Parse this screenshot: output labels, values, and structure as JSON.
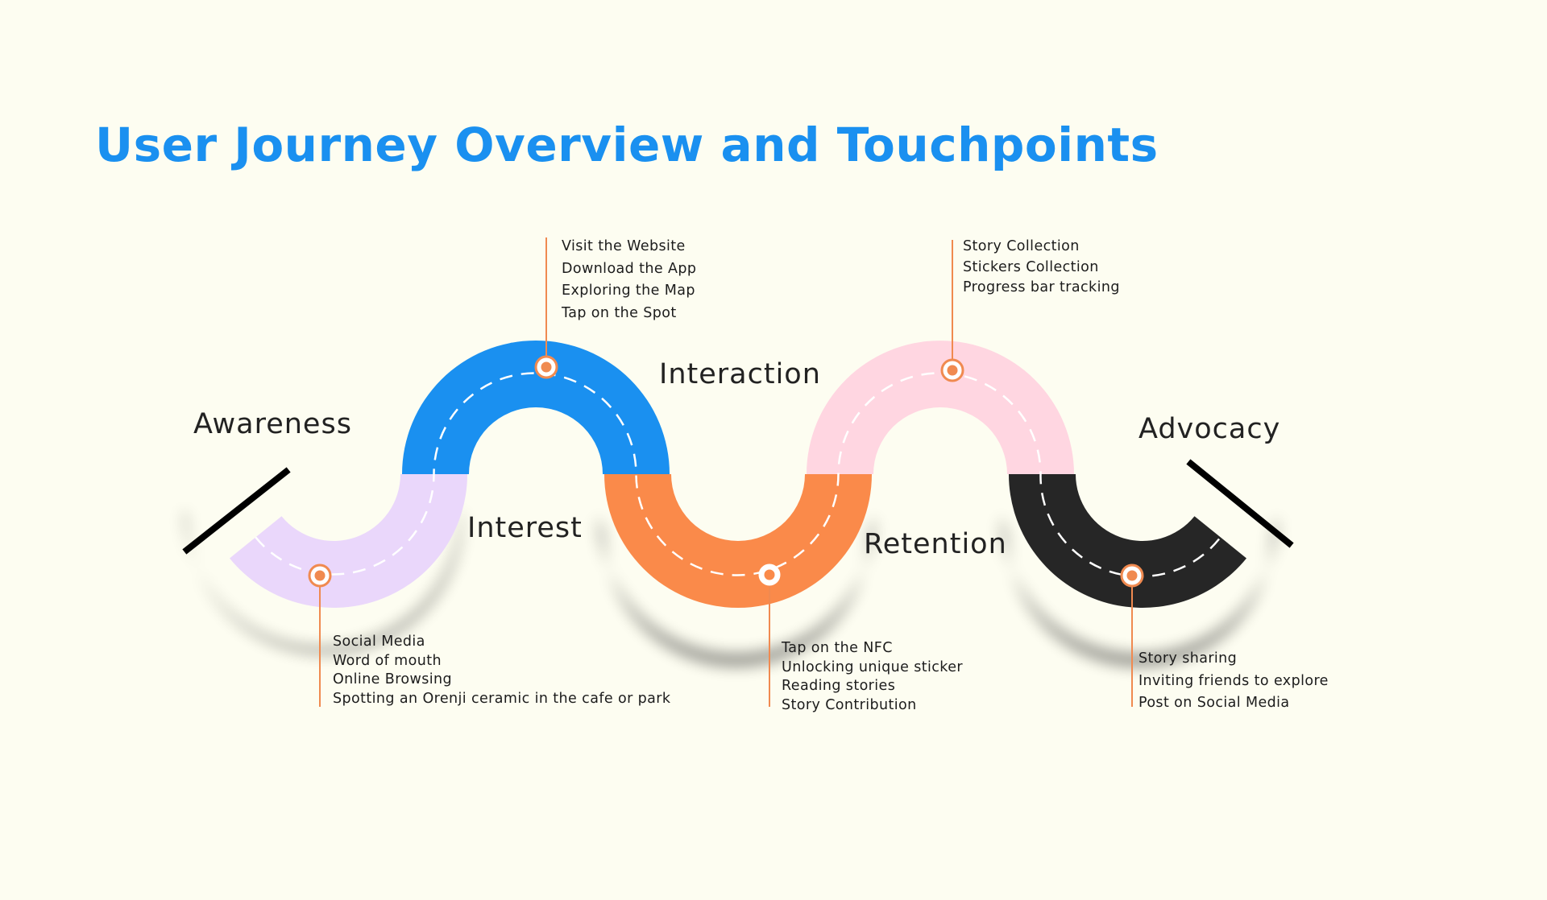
{
  "title": "User Journey Overview and Touchpoints",
  "colors": {
    "title": "#1a90f0",
    "awareness": "#ead7fb",
    "interest": "#1a90f0",
    "interaction": "#fa8a4a",
    "retention": "#ffd6e1",
    "advocacy": "#262626",
    "connector": "#f08a50",
    "background": "#fdfdf1"
  },
  "stages": [
    {
      "id": "awareness",
      "label": "Awareness",
      "touchpoints": [
        "Social Media",
        "Word of mouth",
        "Online Browsing",
        "Spotting an Orenji ceramic in the cafe or park"
      ]
    },
    {
      "id": "interest",
      "label": "Interest",
      "touchpoints": [
        "Visit the Website",
        "Download the App",
        "Exploring the Map",
        "Tap on the Spot"
      ]
    },
    {
      "id": "interaction",
      "label": "Interaction",
      "touchpoints": [
        "Tap on the NFC",
        "Unlocking unique sticker",
        "Reading stories",
        "Story Contribution"
      ]
    },
    {
      "id": "retention",
      "label": "Retention",
      "touchpoints": [
        "Story Collection",
        "Stickers Collection",
        "Progress bar tracking"
      ]
    },
    {
      "id": "advocacy",
      "label": "Advocacy",
      "touchpoints": [
        "Story sharing",
        "Inviting friends to explore",
        "Post on Social Media"
      ]
    }
  ]
}
